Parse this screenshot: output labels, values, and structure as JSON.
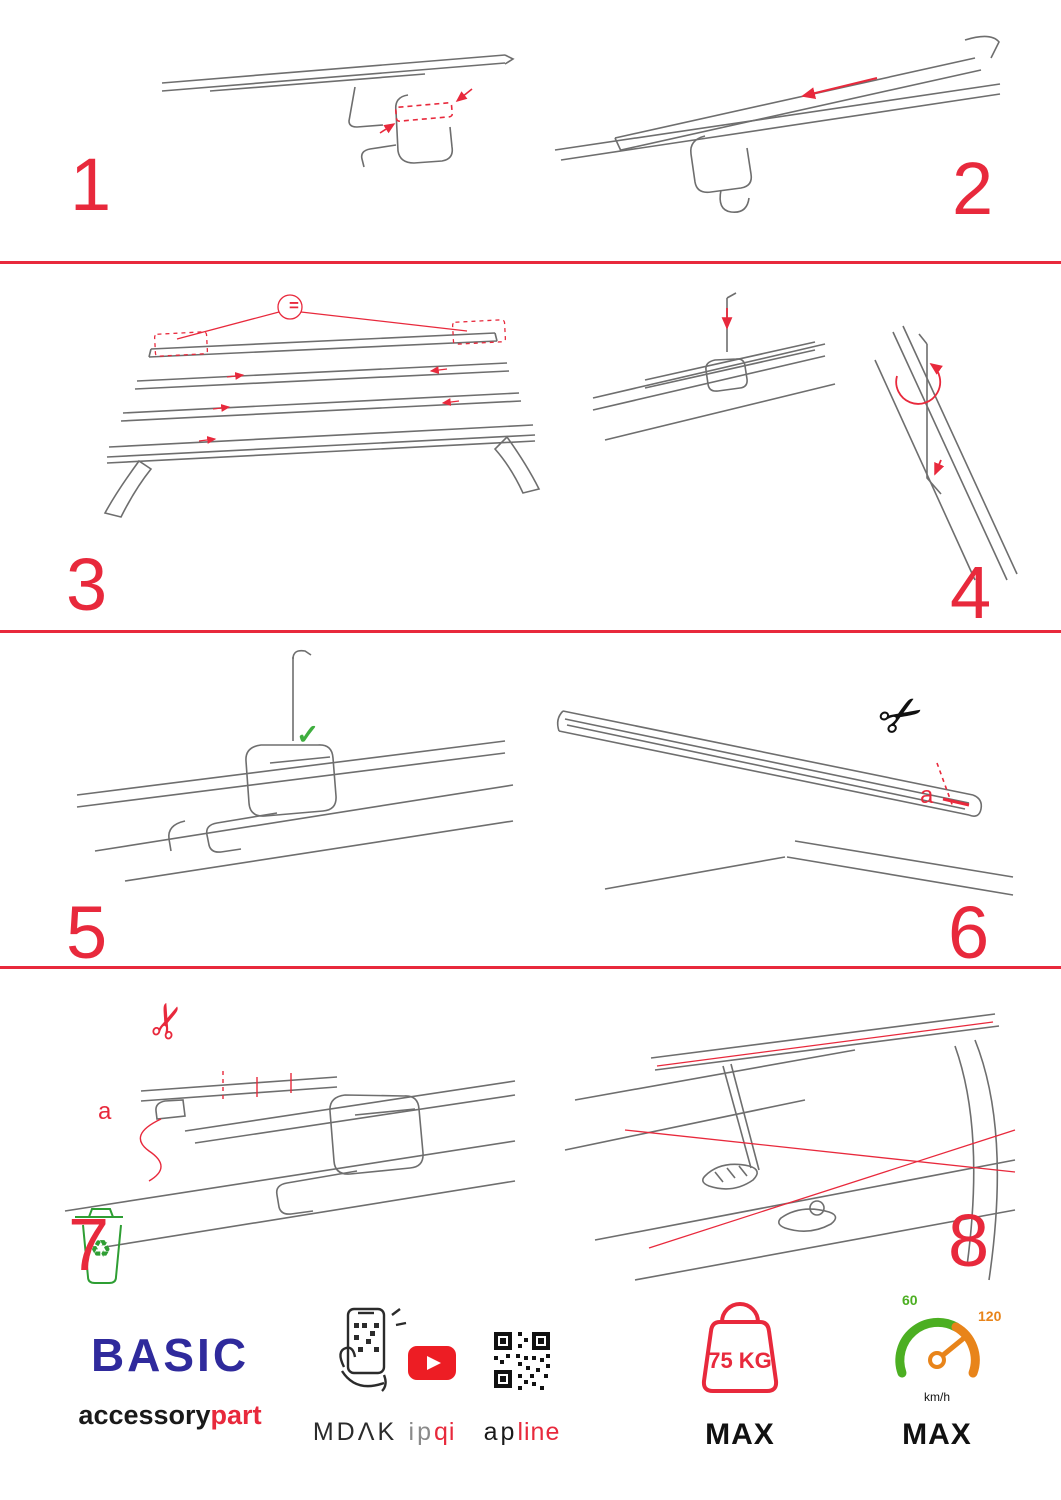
{
  "accent": "#e8293c",
  "steps": [
    {
      "number": "1"
    },
    {
      "number": "2"
    },
    {
      "number": "3"
    },
    {
      "number": "4"
    },
    {
      "number": "5"
    },
    {
      "number": "6"
    },
    {
      "number": "7"
    },
    {
      "number": "8"
    }
  ],
  "marks": {
    "equals": "=",
    "check": "✓",
    "label_a": "a",
    "scissors": "✂",
    "recycle": "♻"
  },
  "footer": {
    "brand": {
      "title": "BASIC",
      "sub_left": "accessory",
      "sub_right": "part"
    },
    "mdak": {
      "label": "MDΛK"
    },
    "ipqi": {
      "left": "ip",
      "right": "qi"
    },
    "apline": {
      "left": "ap",
      "right": "line"
    },
    "weight": {
      "value": "75 KG",
      "max": "MAX"
    },
    "speed": {
      "low": "60",
      "high": "120",
      "unit": "km/h",
      "max": "MAX"
    }
  }
}
